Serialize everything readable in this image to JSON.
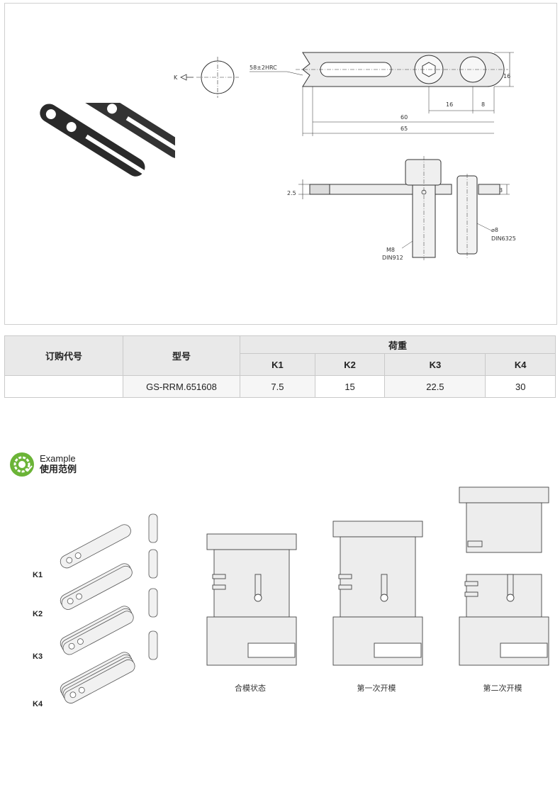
{
  "drawing": {
    "k_arrow_label": "K",
    "hardness": "58±2HRC",
    "dim_16_height": "16",
    "dim_16_spacing": "16",
    "dim_8": "8",
    "dim_60": "60",
    "dim_65": "65",
    "dim_2_5": "2.5",
    "dim_3": "3",
    "screw_size": "M8",
    "screw_std": "DIN912",
    "pin_size": "⌀8",
    "pin_std": "DIN6325"
  },
  "table": {
    "order_code": "订购代号",
    "model": "型号",
    "load": "荷重",
    "k1": "K1",
    "k2": "K2",
    "k3": "K3",
    "k4": "K4",
    "row": {
      "order_code": "",
      "model": "GS-RRM.651608",
      "k1": "7.5",
      "k2": "15",
      "k3": "22.5",
      "k4": "30"
    }
  },
  "example": {
    "title_en": "Example",
    "title_zh": "使用范例",
    "icon_color": "#6bb437",
    "k_labels": [
      "K1",
      "K2",
      "K3",
      "K4"
    ],
    "captions": [
      "合模状态",
      "第一次开模",
      "第二次开模"
    ]
  }
}
